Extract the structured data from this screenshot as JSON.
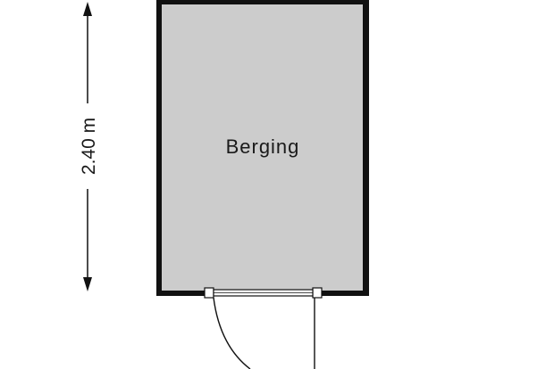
{
  "floorplan": {
    "room": {
      "label": "Berging",
      "fill_color": "#cccccc",
      "wall_color": "#111111"
    },
    "dimension": {
      "label": "2.40 m",
      "orientation": "vertical"
    },
    "door": {
      "type": "single-swing",
      "swing": "outward"
    }
  }
}
